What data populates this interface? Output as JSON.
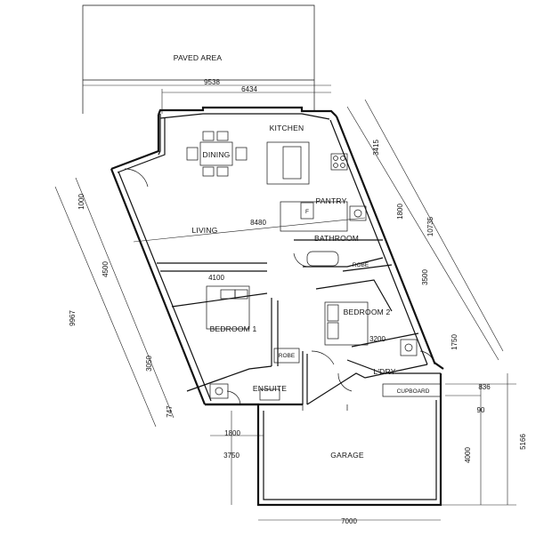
{
  "rooms": {
    "paved_area": "PAVED AREA",
    "kitchen": "KITCHEN",
    "dining": "DINING",
    "living": "LIVING",
    "pantry": "PANTRY",
    "fridge": "F",
    "bathroom": "BATHROOM",
    "robe_1": "ROBE",
    "robe_2": "ROBE",
    "bedroom_1": "BEDROOM 1",
    "bedroom_2": "BEDROOM 2",
    "ensuite": "ENSUITE",
    "laundry": "L'DRY",
    "cupboard": "CUPBOARD",
    "garage": "GARAGE"
  },
  "dimensions": {
    "d9538": "9538",
    "d6434": "6434",
    "d3415": "3415",
    "d10735": "10735",
    "d1800_right": "1800",
    "d3500": "3500",
    "d1750": "1750",
    "d1000": "1000",
    "d4500": "4500",
    "d9967": "9967",
    "d3050": "3050",
    "d747": "747",
    "d8480": "8480",
    "d4100": "4100",
    "d3200": "3200",
    "d836": "836",
    "d90": "90",
    "d4000": "4000",
    "d5166": "5166",
    "d1800_bottom": "1800",
    "d3750": "3750",
    "d7000": "7000"
  }
}
